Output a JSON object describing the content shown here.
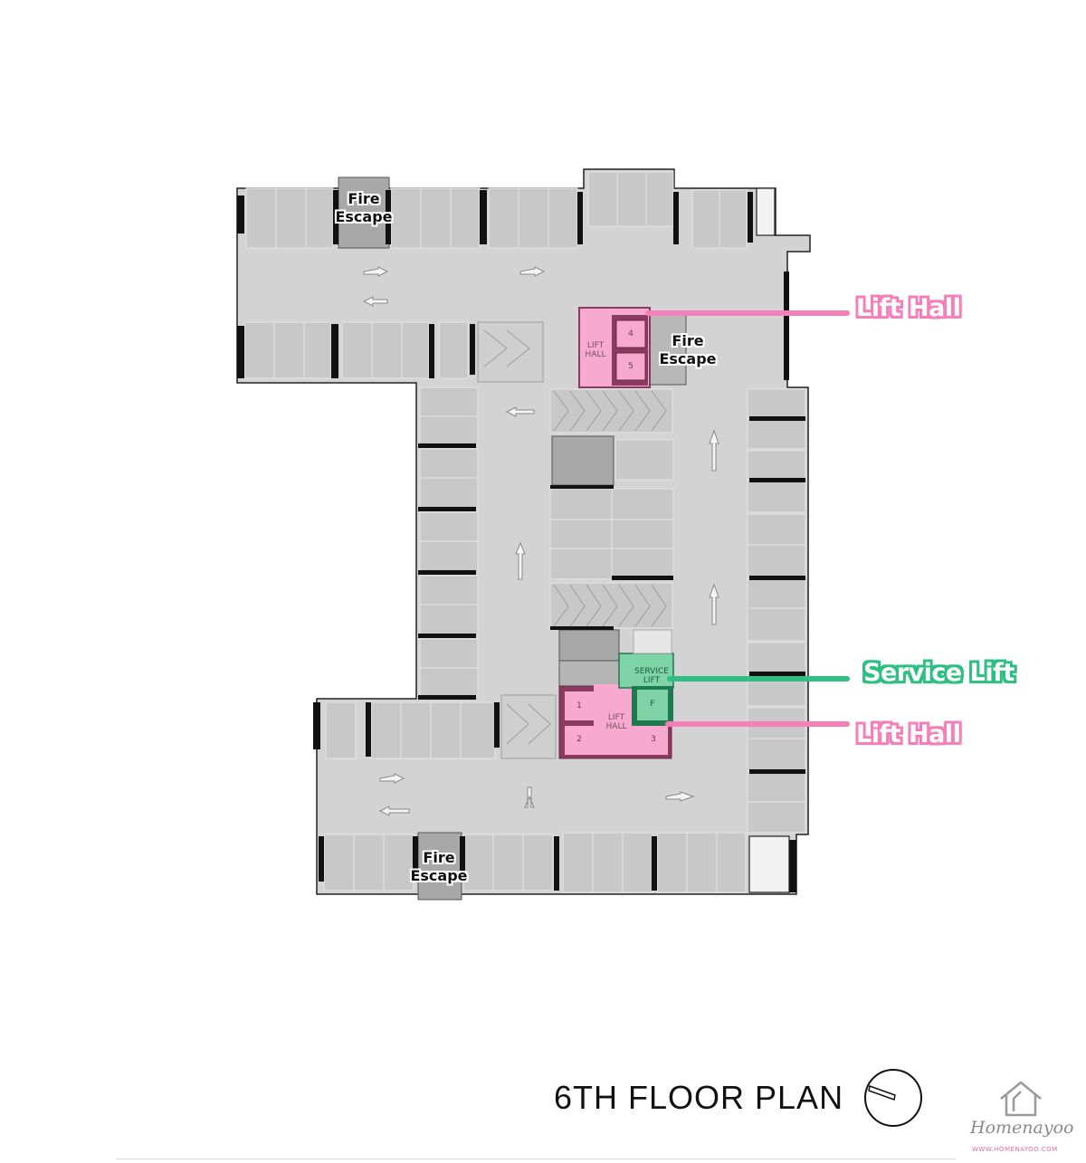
{
  "plan": {
    "title": "6TH FLOOR PLAN",
    "colors": {
      "floor": "#d3d3d3",
      "parking": "#c9c9c9",
      "wall": "#111111",
      "lift_hall": "#f7a9cf",
      "lift_hall_border": "#8a3a5e",
      "service_lift": "#7ed3a7",
      "service_lift_border": "#1f7a4f",
      "callout_pink": "#f57fb9",
      "callout_green": "#2fbf83"
    },
    "callouts": [
      {
        "label": "Lift Hall",
        "tone": "pink"
      },
      {
        "label": "Service Lift",
        "tone": "green"
      },
      {
        "label": "Lift Hall",
        "tone": "pink"
      }
    ],
    "fire_escapes": [
      {
        "line1": "Fire",
        "line2": "Escape"
      },
      {
        "line1": "Fire",
        "line2": "Escape"
      },
      {
        "line1": "Fire",
        "line2": "Escape"
      }
    ],
    "rooms": {
      "lift_hall_upper": "LIFT HALL",
      "lift_hall_lower": "LIFT HALL",
      "service_lift": "SERVICE LIFT",
      "lift_numbers": [
        "4",
        "5",
        "1",
        "2",
        "3",
        "F"
      ]
    }
  },
  "brand": {
    "name": "Homenayoo",
    "url": "WWW.HOMENAYOO.COM",
    "logo_icon": "house-outline-icon"
  },
  "compass_icon": "north-arrow-icon"
}
